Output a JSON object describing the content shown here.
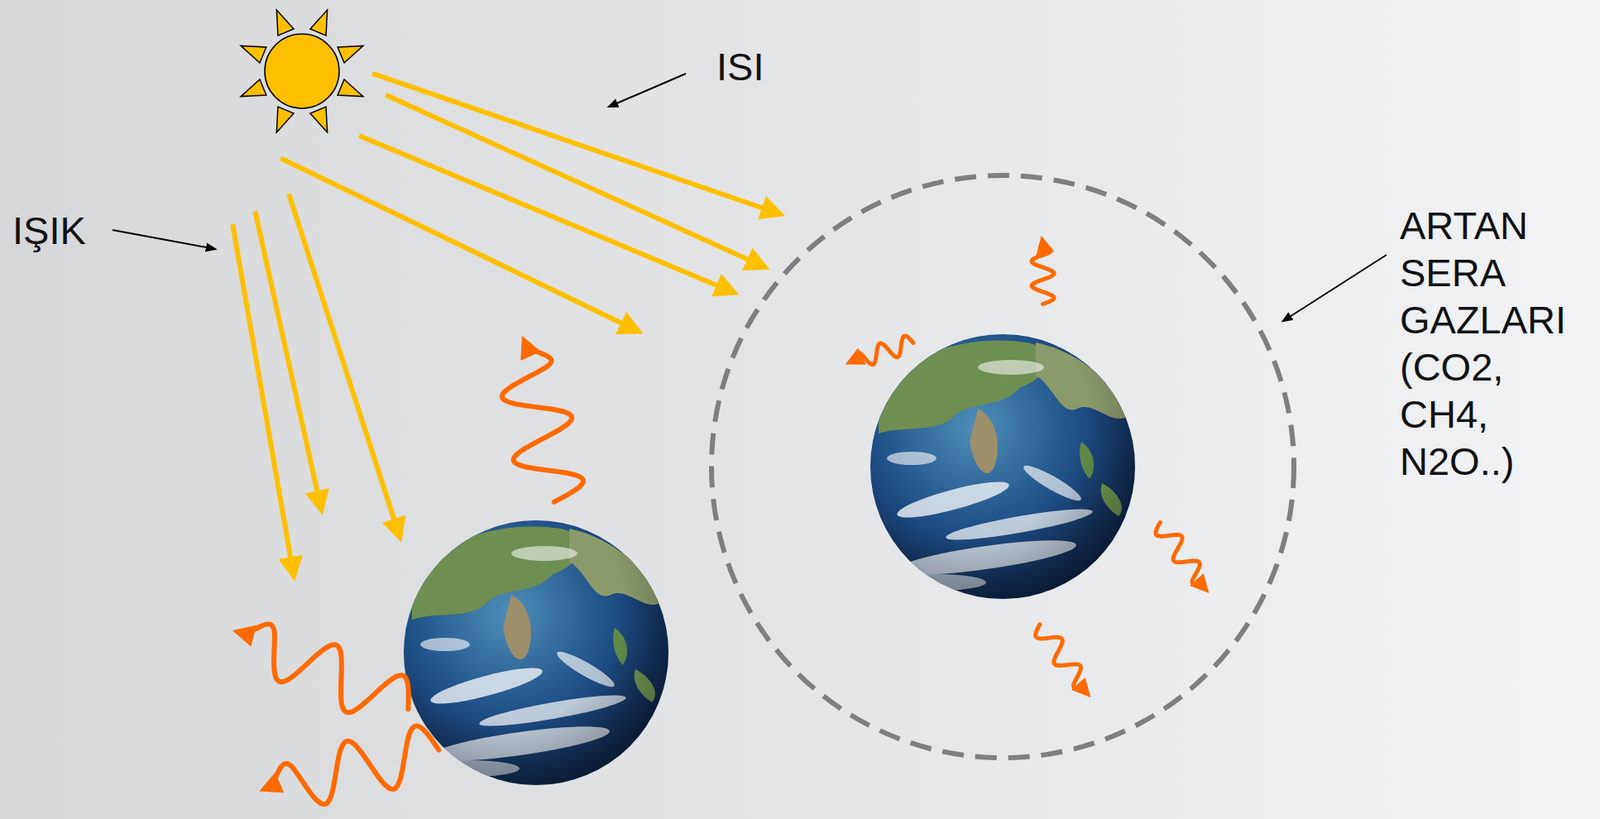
{
  "diagram": {
    "labels": [
      "ISI",
      "IŞIK",
      "ARTAN SERA GAZLARI (CO2, CH4, N2O..)"
    ]
  }
}
